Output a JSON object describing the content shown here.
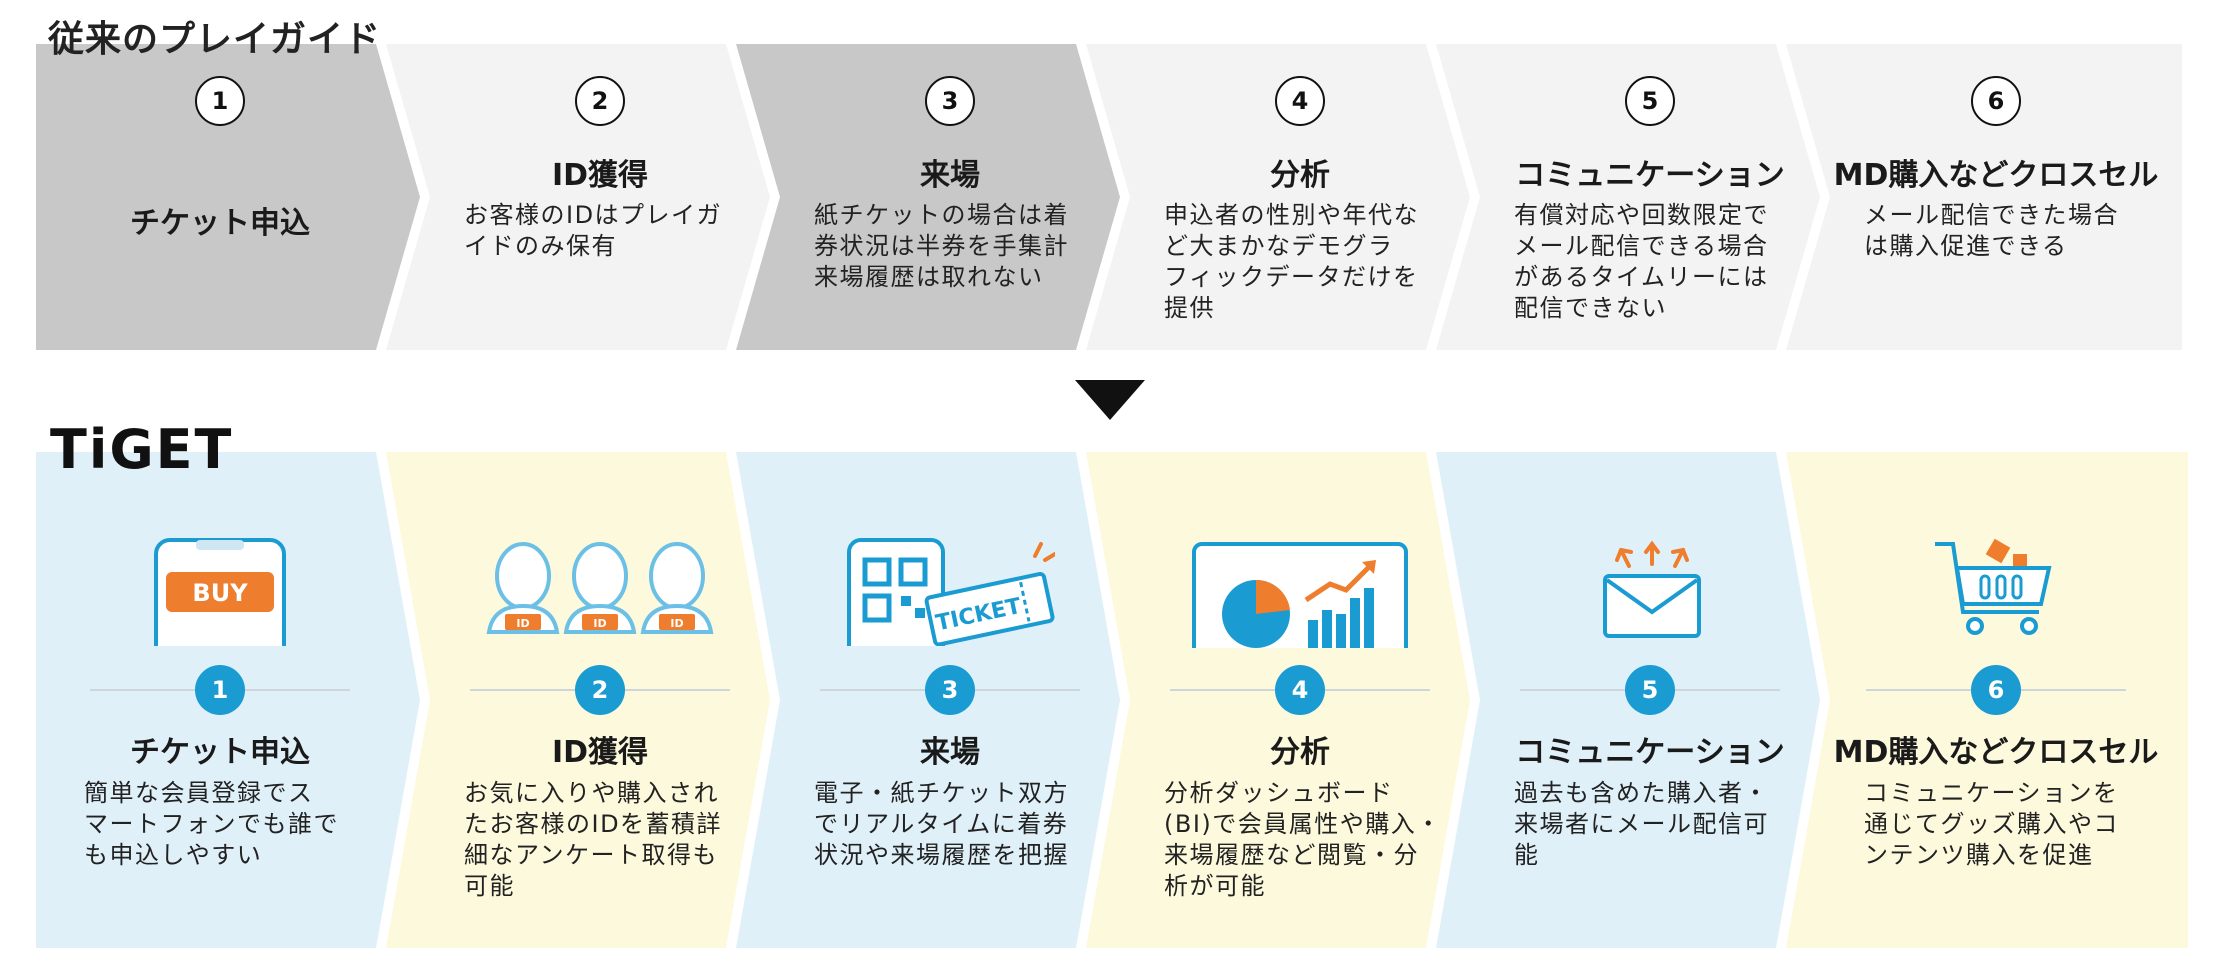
{
  "section_title": "従来のプレイガイド",
  "logo": {
    "text": "TiGET"
  },
  "colors": {
    "old_dark": "#c8c8c8",
    "old_light": "#f3f3f3",
    "new_blue": "#dff0f9",
    "new_yellow": "#fdf9dc",
    "accent_blue": "#1a9bd2",
    "accent_orange": "#ee7d2e"
  },
  "traditional": {
    "steps": [
      {
        "num": "1",
        "title": "チケット申込",
        "lines": []
      },
      {
        "num": "2",
        "title": "ID獲得",
        "lines": [
          "お客様のIDはプレイガ",
          "イドのみ保有"
        ]
      },
      {
        "num": "3",
        "title": "来場",
        "lines": [
          "紙チケットの場合は着",
          "券状況は半券を手集計",
          "来場履歴は取れない"
        ]
      },
      {
        "num": "4",
        "title": "分析",
        "lines": [
          "申込者の性別や年代な",
          "ど大まかなデモグラ",
          "フィックデータだけを",
          "提供"
        ]
      },
      {
        "num": "5",
        "title": "コミュニケーション",
        "lines": [
          "有償対応や回数限定で",
          "メール配信できる場合",
          "があるタイムリーには",
          "配信できない"
        ]
      },
      {
        "num": "6",
        "title": "MD購入などクロスセル",
        "lines": [
          "メール配信できた場合",
          "は購入促進できる"
        ]
      }
    ]
  },
  "tiget": {
    "steps": [
      {
        "num": "1",
        "title": "チケット申込",
        "icon": "smartphone-buy-icon",
        "icon_label": "BUY",
        "lines": [
          "簡単な会員登録でス",
          "マートフォンでも誰で",
          "も申込しやすい"
        ]
      },
      {
        "num": "2",
        "title": "ID獲得",
        "icon": "user-id-icon",
        "icon_label": "ID",
        "lines": [
          "お気に入りや購入され",
          "たお客様のIDを蓄積詳",
          "細なアンケート取得も",
          "可能"
        ]
      },
      {
        "num": "3",
        "title": "来場",
        "icon": "qr-ticket-icon",
        "icon_label": "TICKET",
        "lines": [
          "電子・紙チケット双方",
          "でリアルタイムに着券",
          "状況や来場履歴を把握"
        ]
      },
      {
        "num": "4",
        "title": "分析",
        "icon": "dashboard-chart-icon",
        "lines": [
          "分析ダッシュボード",
          "(BI)で会員属性や購入・",
          "来場履歴など閲覧・分",
          "析が可能"
        ]
      },
      {
        "num": "5",
        "title": "コミュニケーション",
        "icon": "mail-icon",
        "lines": [
          "過去も含めた購入者・",
          "来場者にメール配信可",
          "能"
        ]
      },
      {
        "num": "6",
        "title": "MD購入などクロスセル",
        "icon": "shopping-cart-icon",
        "lines": [
          "コミュニケーションを",
          "通じてグッズ購入やコ",
          "ンテンツ購入を促進"
        ]
      }
    ]
  }
}
